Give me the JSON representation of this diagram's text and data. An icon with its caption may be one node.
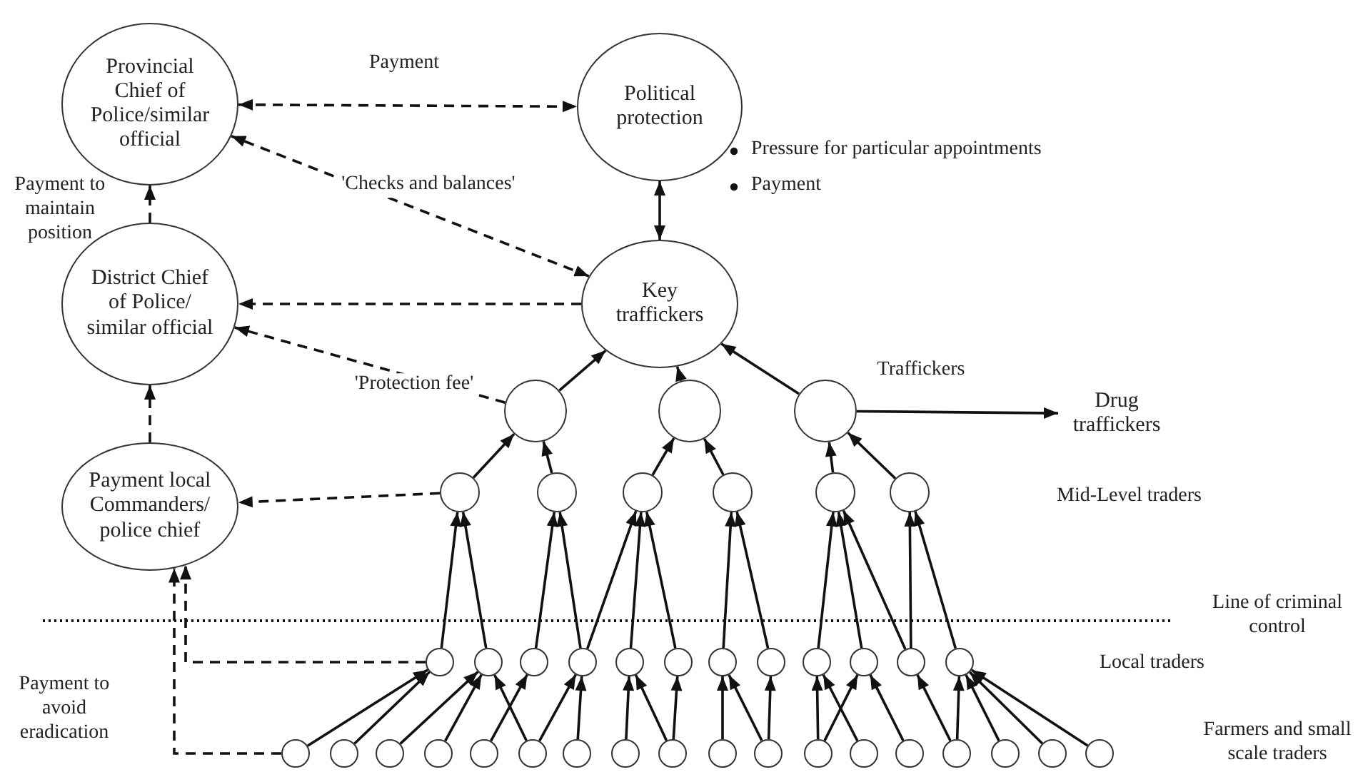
{
  "diagram": {
    "nodes": [
      {
        "text": [
          "Provincial Chief of Police/similar official"
        ]
      },
      {
        "text": [
          "Political protection"
        ]
      },
      {
        "text": [
          "District Chief of Police/ similar official"
        ]
      },
      {
        "text": [
          "Key traffickers"
        ]
      },
      {
        "text": [
          "Payment local Commanders/ police chief"
        ]
      },
      {
        "text": [
          "Drug traffickers"
        ]
      },
      {
        "text": [],
        "shape": "circle"
      },
      {
        "text": [],
        "shape": "circle"
      },
      {
        "text": [],
        "shape": "circle"
      },
      {
        "text": [],
        "shape": "circle"
      },
      {
        "text": [],
        "shape": "circle"
      },
      {
        "text": [],
        "shape": "circle"
      },
      {
        "text": [],
        "shape": "circle"
      },
      {
        "text": [],
        "shape": "circle"
      },
      {
        "text": [],
        "shape": "circle"
      },
      {
        "text": [],
        "shape": "circle"
      },
      {
        "text": [],
        "shape": "circle"
      },
      {
        "text": [],
        "shape": "circle"
      },
      {
        "text": [],
        "shape": "circle"
      },
      {
        "text": [],
        "shape": "circle"
      },
      {
        "text": [],
        "shape": "circle"
      },
      {
        "text": [],
        "shape": "circle"
      },
      {
        "text": [],
        "shape": "circle"
      },
      {
        "text": [],
        "shape": "circle"
      },
      {
        "text": [],
        "shape": "circle"
      },
      {
        "text": [],
        "shape": "circle"
      },
      {
        "text": [],
        "shape": "circle"
      },
      {
        "text": [],
        "shape": "circle"
      },
      {
        "text": [],
        "shape": "circle"
      },
      {
        "text": [],
        "shape": "circle"
      },
      {
        "text": [],
        "shape": "circle"
      },
      {
        "text": [],
        "shape": "circle"
      },
      {
        "text": [],
        "shape": "circle"
      },
      {
        "text": [],
        "shape": "circle"
      },
      {
        "text": [],
        "shape": "circle"
      },
      {
        "text": [],
        "shape": "circle"
      },
      {
        "text": [],
        "shape": "circle"
      },
      {
        "text": [],
        "shape": "circle"
      },
      {
        "text": [],
        "shape": "circle"
      },
      {
        "text": [],
        "shape": "circle"
      },
      {
        "text": [],
        "shape": "circle"
      },
      {
        "text": [],
        "shape": "circle"
      },
      {
        "text": [],
        "shape": "circle"
      },
      {
        "text": [],
        "shape": "circle"
      },
      {
        "text": [],
        "shape": "circle"
      }
    ],
    "edges": [
      {
        "from": 0,
        "to": 1,
        "arrow": "both",
        "style": "dashed",
        "label": "Payment"
      },
      {
        "from": 2,
        "to": 0,
        "arrow": "to",
        "style": "dashed",
        "label": "Payment to maintain position"
      },
      {
        "from": 3,
        "to": 0,
        "arrow": "both",
        "style": "dashed",
        "label": "'Checks and balances'"
      },
      {
        "from": 1,
        "to": 3,
        "arrow": "both"
      },
      {
        "from": 3,
        "to": 2,
        "arrow": "to",
        "style": "dashed"
      },
      {
        "from": 6,
        "to": 2,
        "arrow": "to",
        "style": "dashed",
        "label": "'Protection fee'"
      },
      {
        "from": 4,
        "to": 2,
        "arrow": "to",
        "style": "dashed"
      },
      {
        "from": 9,
        "to": 4,
        "arrow": "to",
        "style": "dashed"
      },
      {
        "from": 15,
        "to": 4,
        "arrow": "to",
        "style": "dashed"
      },
      {
        "from": 27,
        "to": 4,
        "arrow": "to",
        "style": "dashed",
        "label": "Payment to avoid eradication"
      },
      {
        "from": 6,
        "to": 3,
        "arrow": "to"
      },
      {
        "from": 7,
        "to": 3,
        "arrow": "to"
      },
      {
        "from": 8,
        "to": 3,
        "arrow": "to"
      },
      {
        "from": 8,
        "to": 5,
        "arrow": "to",
        "label": "Traffickers"
      },
      {
        "from": 9,
        "to": 6,
        "arrow": "to"
      },
      {
        "from": 10,
        "to": 6,
        "arrow": "to"
      },
      {
        "from": 11,
        "to": 7,
        "arrow": "to"
      },
      {
        "from": 12,
        "to": 7,
        "arrow": "to"
      },
      {
        "from": 13,
        "to": 8,
        "arrow": "to"
      },
      {
        "from": 14,
        "to": 8,
        "arrow": "to"
      },
      {
        "from": 15,
        "to": 9,
        "arrow": "to"
      },
      {
        "from": 16,
        "to": 9,
        "arrow": "to"
      },
      {
        "from": 17,
        "to": 10,
        "arrow": "to"
      },
      {
        "from": 18,
        "to": 10,
        "arrow": "to"
      },
      {
        "from": 18,
        "to": 11,
        "arrow": "to"
      },
      {
        "from": 19,
        "to": 11,
        "arrow": "to"
      },
      {
        "from": 20,
        "to": 11,
        "arrow": "to"
      },
      {
        "from": 21,
        "to": 12,
        "arrow": "to"
      },
      {
        "from": 22,
        "to": 12,
        "arrow": "to"
      },
      {
        "from": 23,
        "to": 13,
        "arrow": "to"
      },
      {
        "from": 24,
        "to": 13,
        "arrow": "to"
      },
      {
        "from": 25,
        "to": 13,
        "arrow": "to"
      },
      {
        "from": 25,
        "to": 14,
        "arrow": "to"
      },
      {
        "from": 26,
        "to": 14,
        "arrow": "to"
      },
      {
        "from": 27,
        "to": 15,
        "arrow": "to"
      },
      {
        "from": 28,
        "to": 15,
        "arrow": "to"
      },
      {
        "from": 29,
        "to": 16,
        "arrow": "to"
      },
      {
        "from": 30,
        "to": 16,
        "arrow": "to"
      },
      {
        "from": 31,
        "to": 17,
        "arrow": "to"
      },
      {
        "from": 32,
        "to": 16,
        "arrow": "to"
      },
      {
        "from": 32,
        "to": 18,
        "arrow": "to"
      },
      {
        "from": 33,
        "to": 18,
        "arrow": "to"
      },
      {
        "from": 34,
        "to": 19,
        "arrow": "to"
      },
      {
        "from": 35,
        "to": 19,
        "arrow": "to"
      },
      {
        "from": 35,
        "to": 20,
        "arrow": "to"
      },
      {
        "from": 36,
        "to": 21,
        "arrow": "to"
      },
      {
        "from": 37,
        "to": 21,
        "arrow": "to"
      },
      {
        "from": 37,
        "to": 22,
        "arrow": "to"
      },
      {
        "from": 38,
        "to": 23,
        "arrow": "to"
      },
      {
        "from": 38,
        "to": 24,
        "arrow": "to"
      },
      {
        "from": 39,
        "to": 23,
        "arrow": "to"
      },
      {
        "from": 40,
        "to": 24,
        "arrow": "to"
      },
      {
        "from": 41,
        "to": 25,
        "arrow": "to"
      },
      {
        "from": 41,
        "to": 26,
        "arrow": "to"
      },
      {
        "from": 42,
        "to": 26,
        "arrow": "to"
      },
      {
        "from": 43,
        "to": 26,
        "arrow": "to"
      },
      {
        "from": 44,
        "to": 26,
        "arrow": "to"
      }
    ],
    "labels": [
      "Pressure for particular appointments",
      "Payment",
      "Mid-Level traders",
      "Line of criminal control",
      "Local traders",
      "Farmers and small scale traders"
    ]
  }
}
